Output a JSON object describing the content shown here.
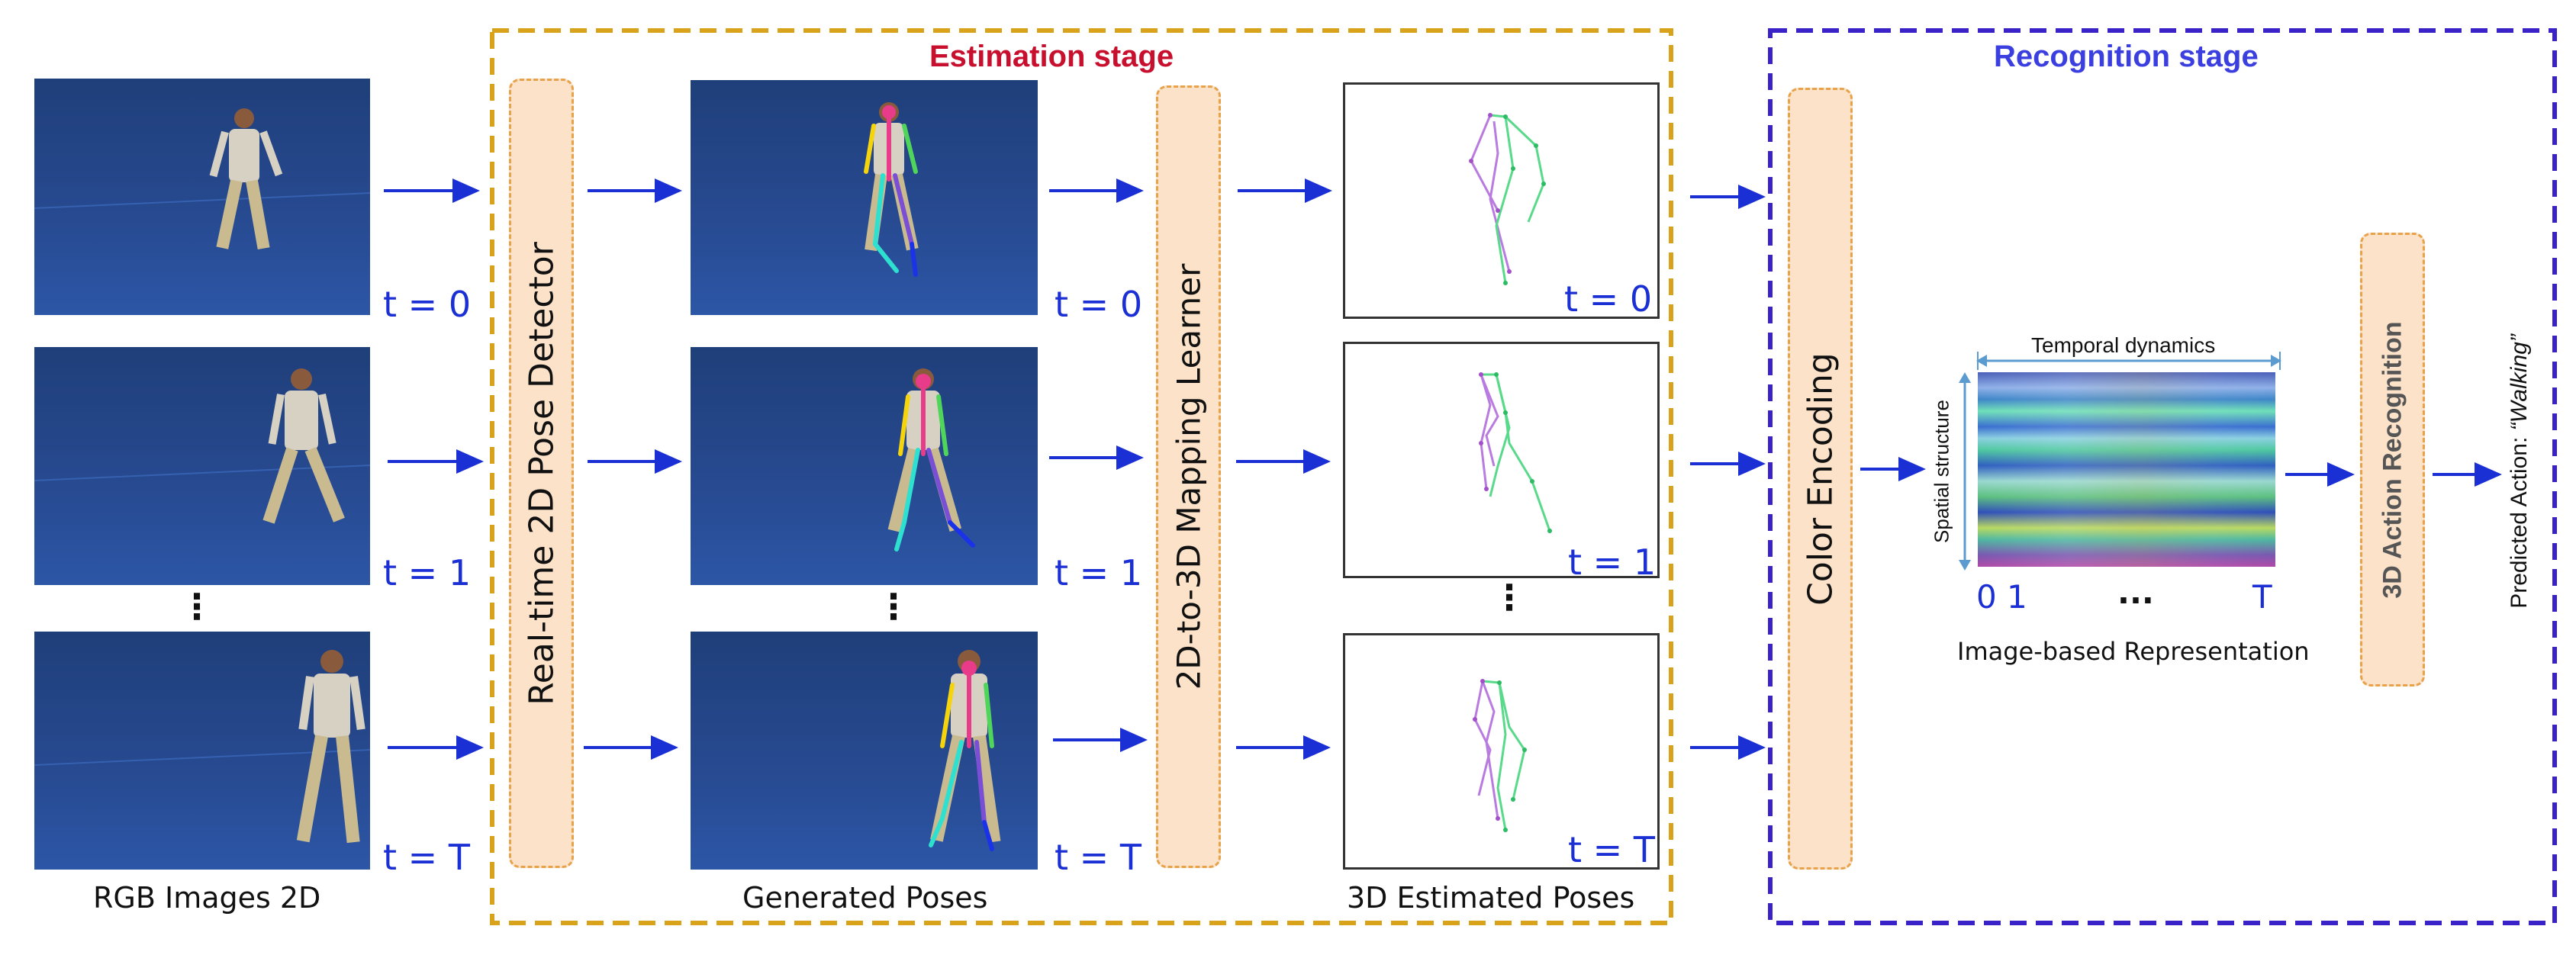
{
  "stages": {
    "estimation": "Estimation stage",
    "recognition": "Recognition stage"
  },
  "blocks": {
    "pose_detector": "Real-time 2D Pose Detector",
    "mapping_learner": "2D-to-3D Mapping Learner",
    "color_encoding": "Color Encoding",
    "action_recognition": "3D Action Recognition"
  },
  "captions": {
    "rgb": "RGB Images 2D",
    "generated": "Generated Poses",
    "estimated": "3D Estimated Poses",
    "representation": "Image-based Representation"
  },
  "time_labels": [
    "t = 0",
    "t = 1",
    "t = T"
  ],
  "ellipsis": "⋮",
  "representation": {
    "temporal": "Temporal dynamics",
    "spatial": "Spatial structure",
    "axis_ticks": [
      "0",
      "1",
      "...",
      "T"
    ]
  },
  "prediction": {
    "prefix": "Predicted Action: ",
    "action": "“Walking”"
  },
  "colors": {
    "arrow": "#1a2fd4",
    "estimation_border": "#d9a21b",
    "recognition_border": "#3a22c9",
    "estimation_title": "#c8102e",
    "recognition_title": "#3b3fe0",
    "block_fill": "#fbe2c9",
    "block_border": "#e8a24a"
  }
}
